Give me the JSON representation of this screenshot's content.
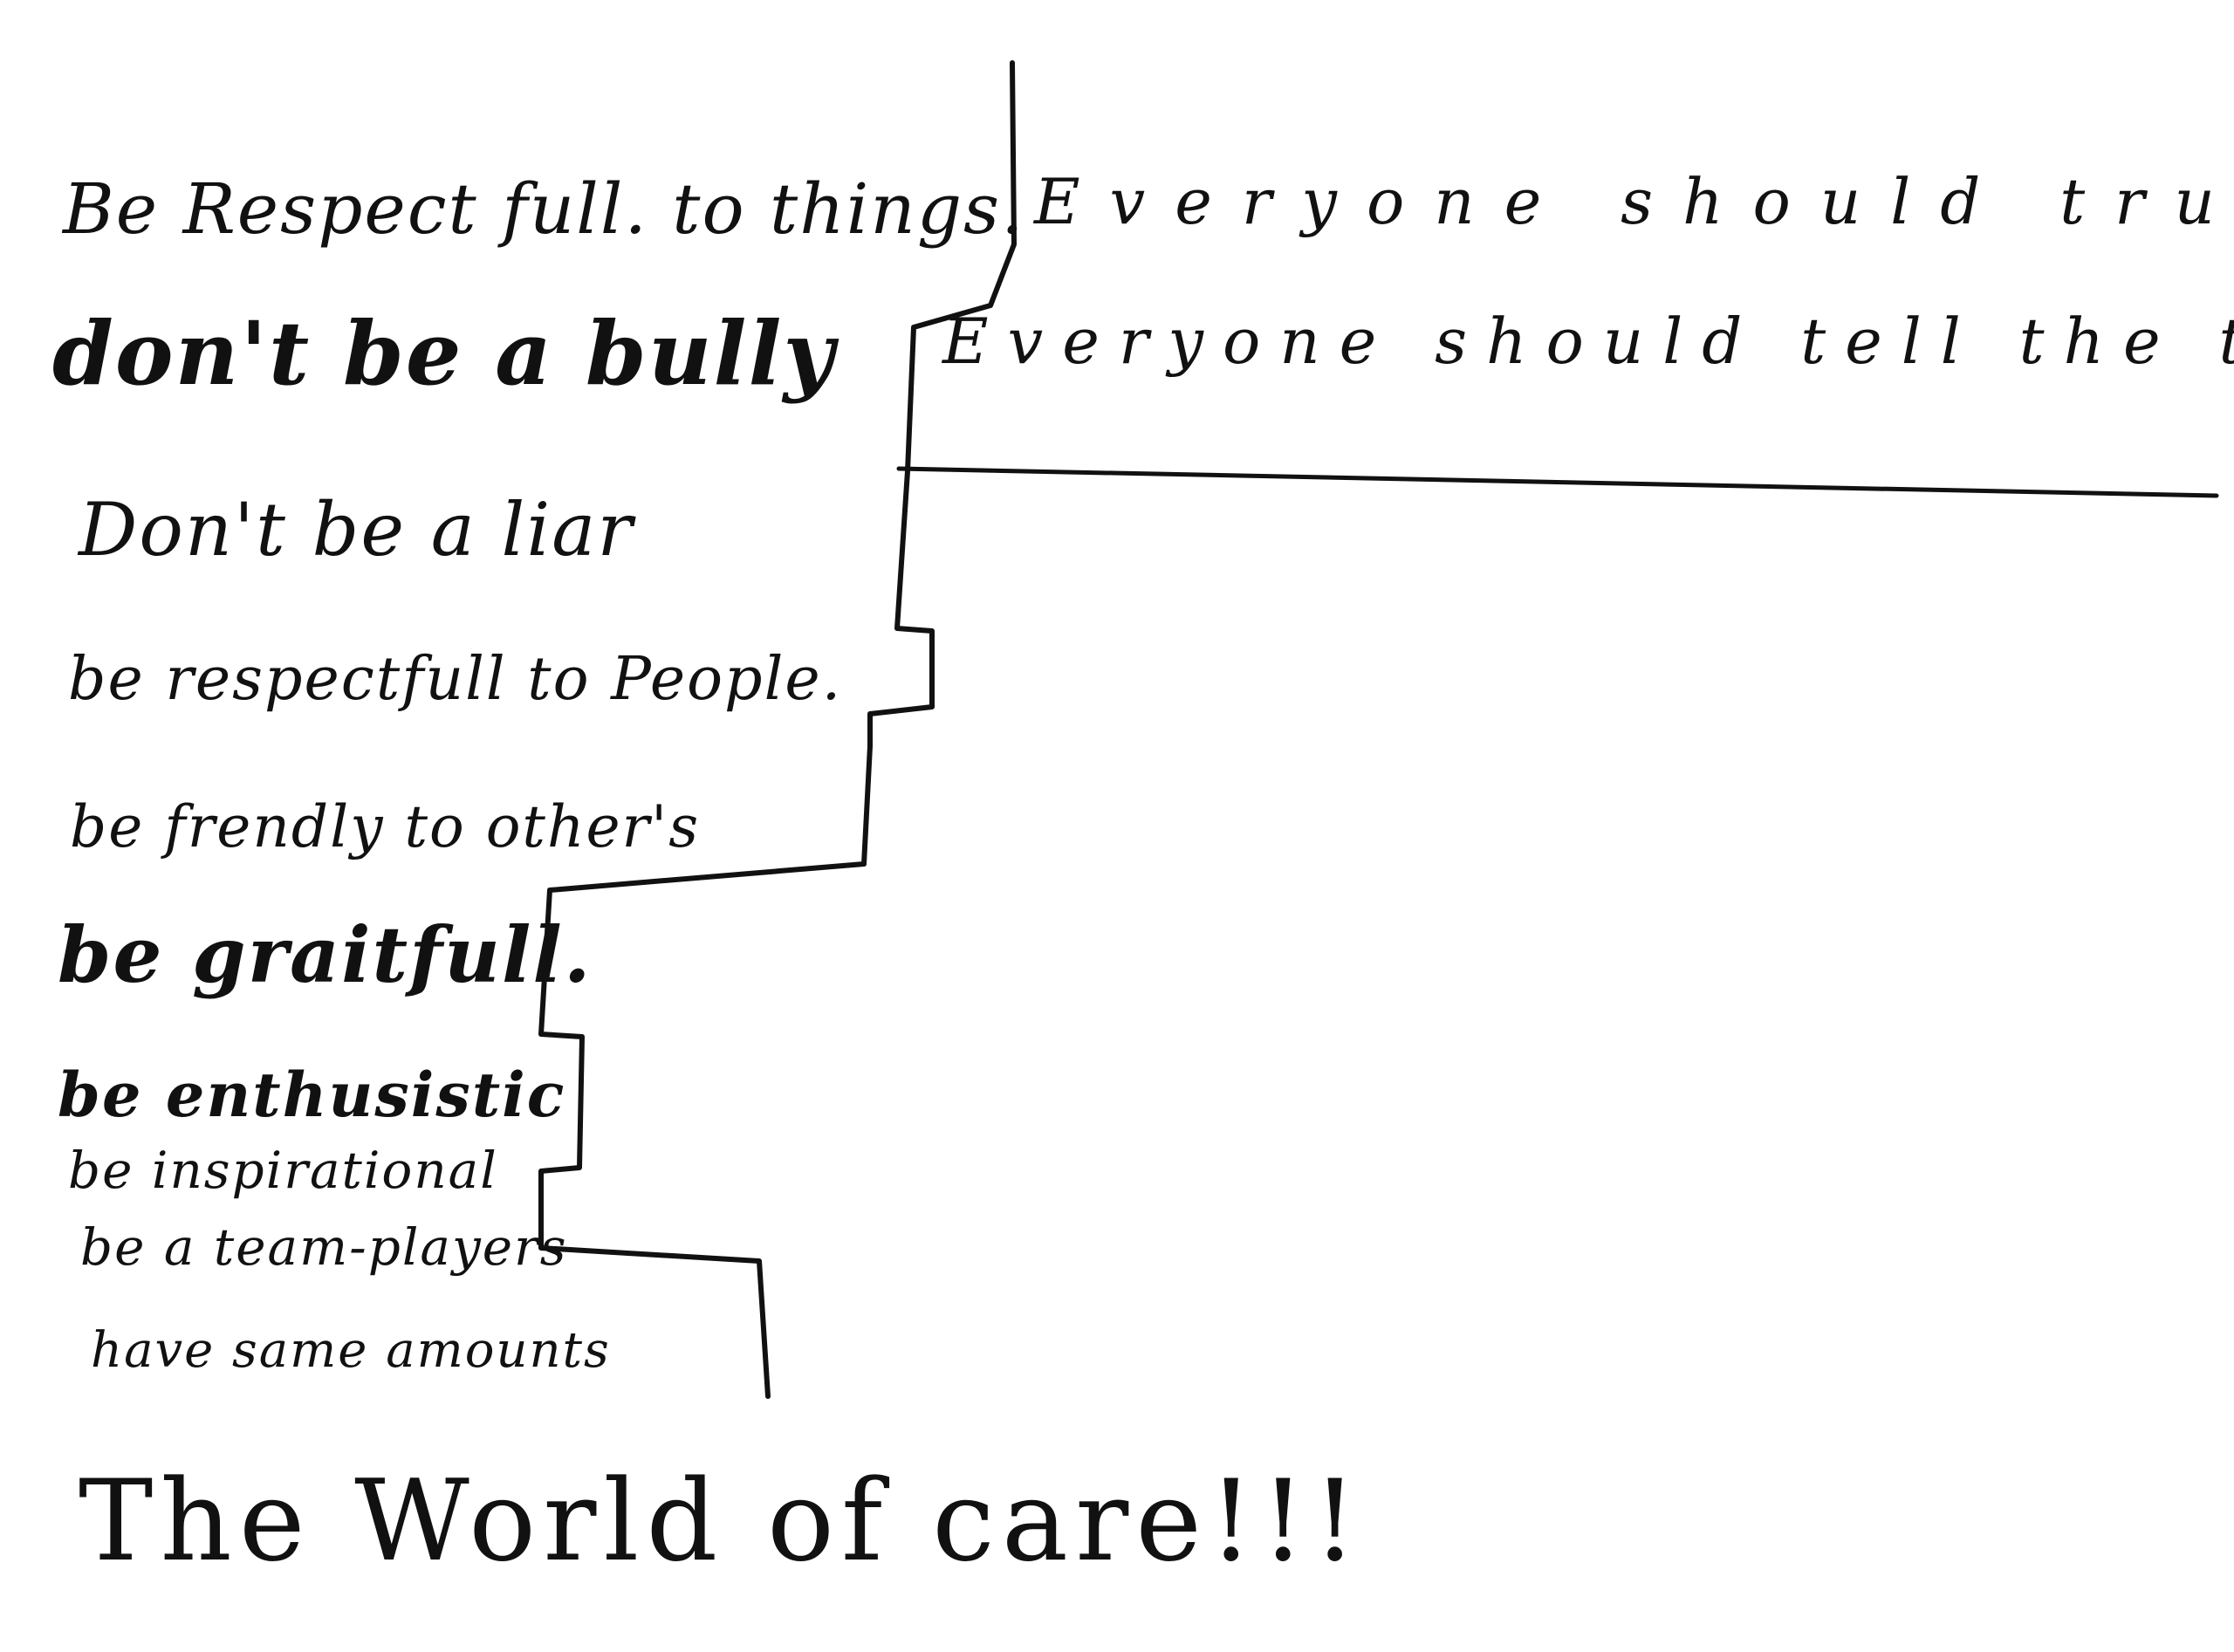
{
  "rules": [
    "Be Respect full. to things.",
    "don't be a bully",
    "Don't be a liar",
    "be respectfull to People.",
    "be frendly to other's",
    "be graitfull.",
    "be enthusistic",
    "be inspirational",
    "be a team-players",
    "have same amounts"
  ],
  "right_rules": [
    "Everyone should trust others",
    "Everyone should tell the truth"
  ],
  "footer": "The World of care!!!",
  "ink_color": "#111111"
}
